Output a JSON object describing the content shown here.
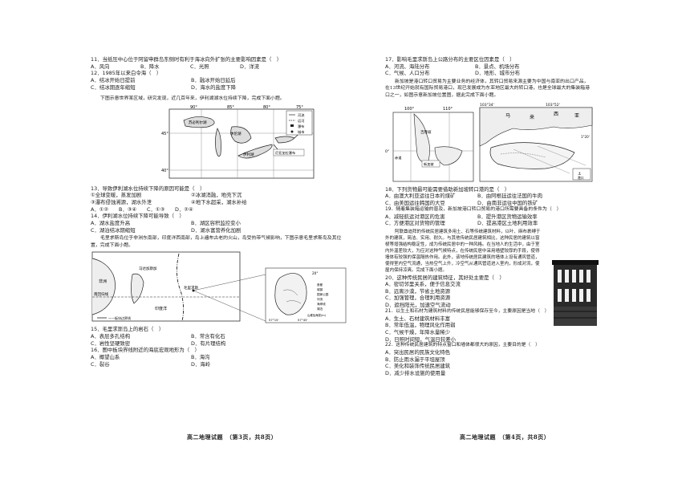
{
  "left": {
    "q11": "11．当纸压中心位于阿留申群岛东侧时有利于海冰向外扩张的主要影响因素是（　）",
    "q11_opts": [
      "A．风向",
      "B．降水",
      "C．光照",
      "D．洋流"
    ],
    "q12": "12．1985年以来白令海（　）",
    "q12_opts": [
      "A．结冰开始日提前",
      "B．融冰开始日延后",
      "C．结冰期逐年缩短",
      "D．海水的盐度下降"
    ],
    "intro1": "下图示意世界某区域，研究发现，近几百年来，伊利湖湖水位持续下降，完成下面小题。",
    "map1": {
      "lon_labels": [
        "90°",
        "85°",
        "80°",
        "75°"
      ],
      "lat_labels": [
        "45°",
        "40°"
      ],
      "legend": [
        "河流",
        "运河",
        "瀑布",
        "城市"
      ],
      "places": [
        "苏必利尔湖",
        "休伦湖",
        "伊利湖",
        "尼亚加拉瀑布"
      ]
    },
    "q13": "13．导致伊利湖水位持续下降的原因可能是（　）",
    "q13_items": [
      "①全球变暖，蒸发加剧",
      "②冰湖消融，地壳下沉",
      "③瀑布侵蚀溯源，湖水外泄",
      "④地下水超采，湖水补给"
    ],
    "q13_opts": [
      "A．①②",
      "B．③④",
      "C．①③",
      "D．②④"
    ],
    "q14": "14．伊利湖水位持续下降可能导致（　）",
    "q14_opts": [
      "A．湖水盐度升高",
      "B．湖区容积监控变小",
      "C．湖泊结冰期缩短",
      "D．湖水富营养化加剧"
    ],
    "intro2": "毛里求斯岛位于非洲东南部，印度洋西南部，岛上遍布古老的火山，岛受热带气候影响，下图示意毛里求斯岛及其位置，完成下面小题。",
    "map2": {
      "labels": [
        "非洲",
        "马达加斯加",
        "毛里求斯",
        "南回归线",
        "印度洋",
        "——板块边界线"
      ],
      "lat": [
        "20°",
        "57°15'",
        "57°45'"
      ],
      "legend": [
        "首都",
        "城镇",
        "国家公园",
        "河流",
        "海岸线",
        "湖泊",
        "山峰及海拔(m)"
      ]
    },
    "q15": "15．毛里求斯岛上的岩石（　）",
    "q15_opts": [
      "A．表层多孔结构",
      "B．常含有化石",
      "C．岩性坚硬致密",
      "D．有片理结构"
    ],
    "q16": "16．图中板块界线附近的海底宏观地形为（　）",
    "q16_opts": [
      "A．椰望山系",
      "B．海沟",
      "C．裂谷",
      "D．海岭"
    ],
    "footer": "高二地理试题　（第3页，共8页）"
  },
  "right": {
    "q17": "17．影响毛里求斯岛上公路分布的主要区位因素是（　）",
    "q17_opts": [
      "A．河流、海陆分布",
      "B．景点、机场分布",
      "C．气候、人口分布",
      "D．地形、城市分布"
    ],
    "intro3": "新加坡是港口转口贸易为主要业务的经济体，其转口贸易来源主要为中国与南亚的出口产品，在13世纪开始就有国际贸易港口，现已发展成为东亚地区最大的转口港，也是全球最大的集装箱港口之一，如图示意新加坡位置图，据此完成下面小题。",
    "map3": {
      "labels": [
        "100°",
        "110°",
        "103°34'",
        "103°52'",
        "马",
        "来",
        "西",
        "亚",
        "吉隆坡",
        "新加坡",
        "0°",
        "赤道",
        "1°20'",
        "港口"
      ]
    },
    "q18": "18．下列货物最可能需要借助新加坡转口港的是（　）",
    "q18_opts": [
      "A．由澳大利亚运往日本的煤矿",
      "B．由阿根廷运往法国的牛肉",
      "C．由美国运往韩国的大豆",
      "D．由南非运往中国的铁矿"
    ],
    "q19": "19．随着集装箱运输的普及，新加坡港口转口贸易的港口所需要具备的条件为（　）",
    "q19_opts": [
      "A．减轻航运对港区的危害",
      "B．提升港区货物运输效率",
      "C．方便港区对货物的管理",
      "D．提高港区土地利用效率"
    ],
    "intro4": "阿联酋迪拜的传统民居建筑多用土、石等传统建筑材料，以叶、麻布裹缚于外的建筑，简洁、实用、耐久。与其他传统民居建筑相比，这种民居的建筑以窗棂等增强结构稳定性，成为传统民居中的一种风格。在当地人的生活中，由于室内外温差较大，为应对这种气候特点，在传统民居中采用墙壁较厚的手段，使得墙体有较强的保温隔热作用。此外，该地传统居民建筑的墙体上设有通风管道，使得室内空气流通，当热空气上升，冷空气从通风管道进入室内，形成对流，使屋内保持凉爽。完成下面小题。",
    "q20": "20．这种传统民居的建筑特征，其好处主要是（　）",
    "q20_opts": [
      "A．密切邻里关系，便于信息交流",
      "B．远离沙漠，节省土地资源",
      "C．加强管理，合理利用资源",
      "D．遮挡阳光，加速空气流动"
    ],
    "q21": "21．以生土和石材为建筑材料的传统民居能够保存至今，主要原因是当地（　）",
    "q21_opts": [
      "A．生土、石材建筑材料丰富",
      "B．常年低温，物理风化作用弱",
      "C．气候干燥，年降水量稀少",
      "D．日照时间短，气温日较差小"
    ],
    "q22": "22．这种传统民居建筑的特点窗口和墙体都很大的原因，主要目的是（　）",
    "q22_opts": [
      "A．突出民居的民族文化特色",
      "B．防止雨水漏于平坦屋顶",
      "C．美化和装饰传统民居建筑",
      "D．减少排水设施的使用量"
    ],
    "footer": "高二地理试题　（第4页，共8页）"
  }
}
